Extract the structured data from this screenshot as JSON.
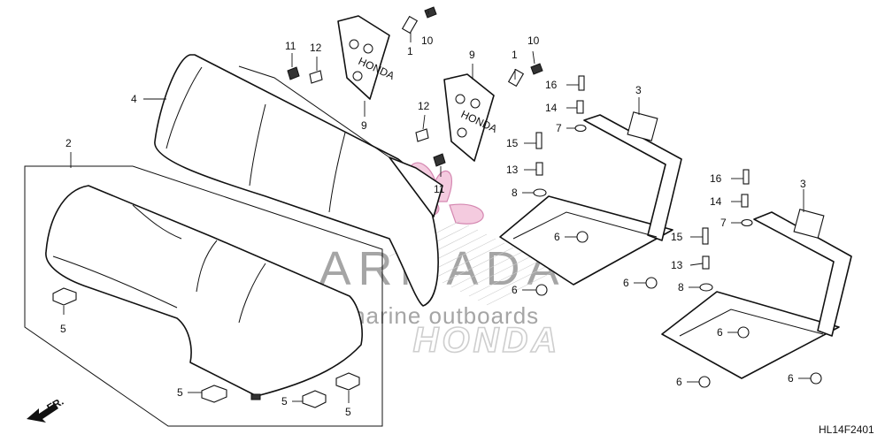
{
  "diagram": {
    "callouts": {
      "c1a": "1",
      "c1b": "1",
      "c2": "2",
      "c3a": "3",
      "c3b": "3",
      "c4": "4",
      "c5a": "5",
      "c5b": "5",
      "c5c": "5",
      "c5d": "5",
      "c6a": "6",
      "c6b": "6",
      "c6c": "6",
      "c6d": "6",
      "c6e": "6",
      "c6f": "6",
      "c7a": "7",
      "c7b": "7",
      "c8a": "8",
      "c8b": "8",
      "c9a": "9",
      "c9b": "9",
      "c10a": "10",
      "c10b": "10",
      "c11a": "11",
      "c11b": "11",
      "c12a": "12",
      "c12b": "12",
      "c13a": "13",
      "c13b": "13",
      "c14a": "14",
      "c14b": "14",
      "c15a": "15",
      "c15b": "15",
      "c16a": "16",
      "c16b": "16"
    },
    "bracket_logo": "HONDA",
    "front_indicator": "FR.",
    "diagram_code": "HL14F2401"
  },
  "watermark": {
    "brand": "ARMADA",
    "tagline": "marine outboards",
    "maker": "HONDA"
  }
}
